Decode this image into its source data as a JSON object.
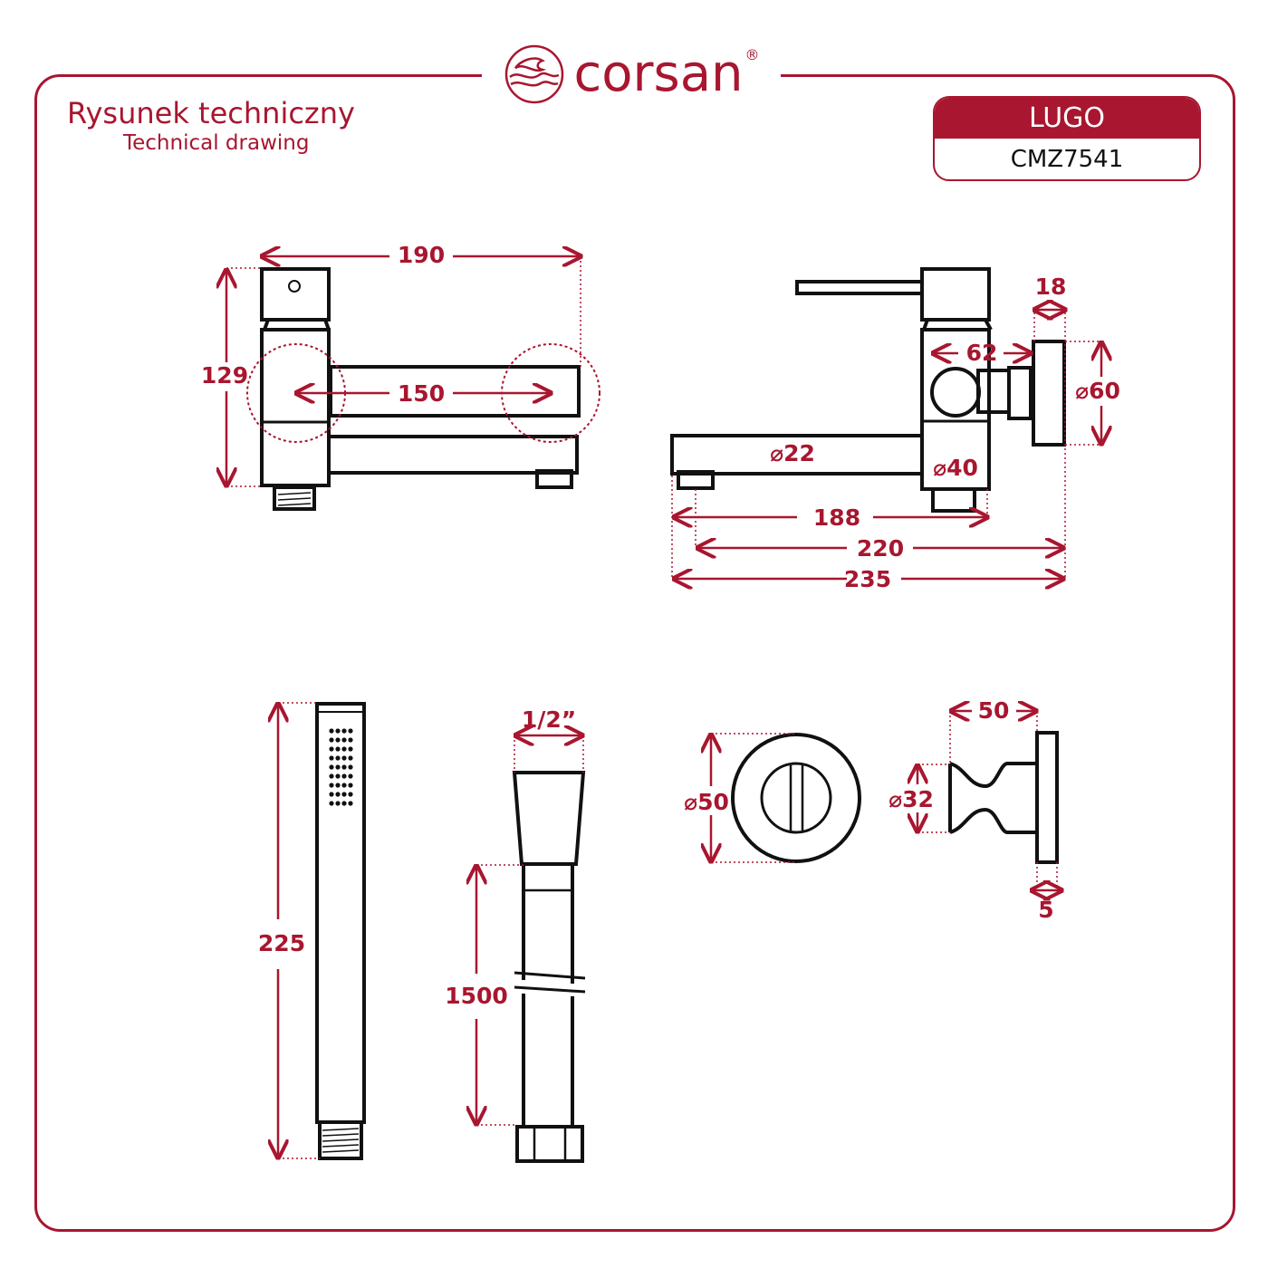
{
  "brand": {
    "name": "corsan",
    "registered": "®",
    "color": "#a8162f"
  },
  "title": {
    "polish": "Rysunek techniczny",
    "english": "Technical drawing"
  },
  "product": {
    "name": "LUGO",
    "code": "CMZ7541"
  },
  "dimensions": {
    "side_view": {
      "width": "190",
      "height": "129",
      "spout_swing": "150"
    },
    "front_view": {
      "wall_plate_depth": "18",
      "body_to_wall": "62",
      "wall_plate_dia": "⌀60",
      "spout_dia": "⌀22",
      "body_dia": "⌀40",
      "d188": "188",
      "d220": "220",
      "d235": "235"
    },
    "hand_shower": {
      "length": "225"
    },
    "hose": {
      "connector": "1/2”",
      "length": "1500"
    },
    "holder_front": {
      "dia": "⌀50"
    },
    "holder_side": {
      "depth": "50",
      "dia": "⌀32",
      "plate": "5"
    }
  }
}
